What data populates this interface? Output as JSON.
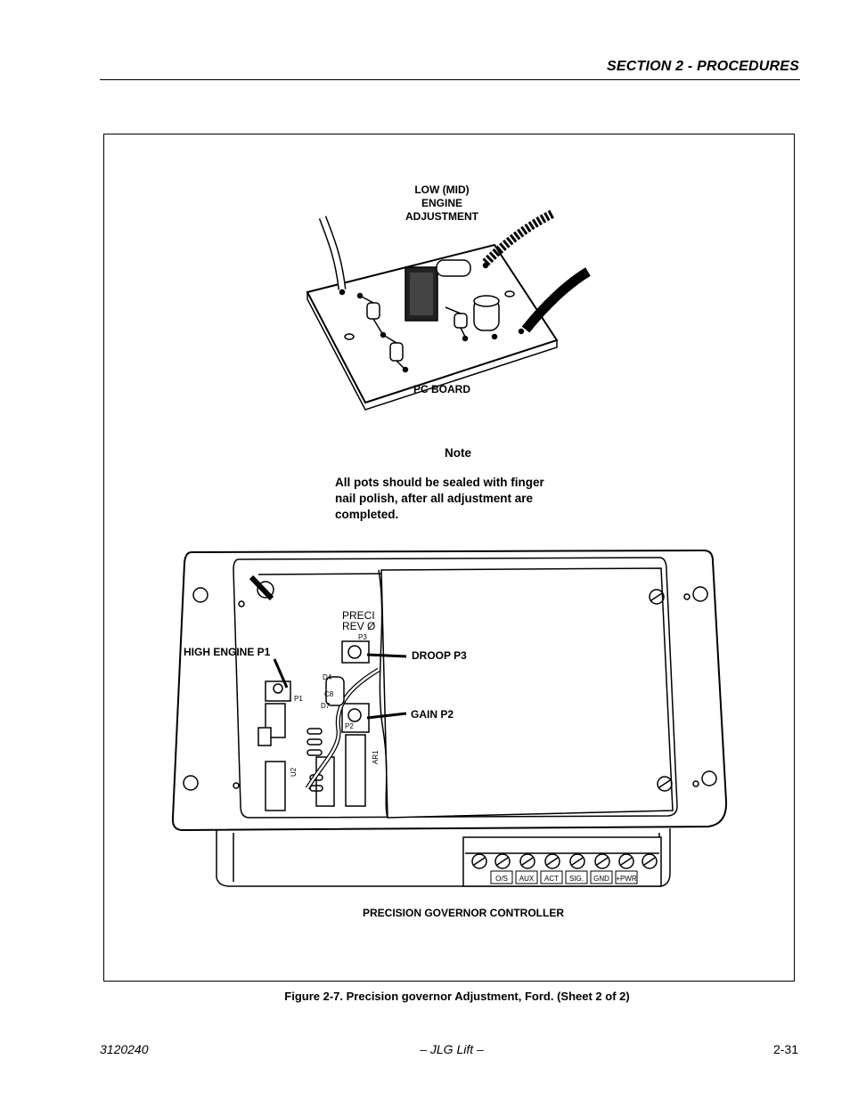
{
  "header": {
    "section_title": "SECTION 2 - PROCEDURES"
  },
  "figure": {
    "labels": {
      "low_mid_line1": "LOW (MID)",
      "low_mid_line2": "ENGINE",
      "low_mid_line3": "ADJUSTMENT",
      "pc_board": "PC BOARD",
      "note_title": "Note",
      "note_line1": "All pots should be sealed with finger",
      "note_line2": "nail  polish,  after  all  adjustment  are",
      "note_line3": "completed.",
      "high_engine": "HIGH ENGINE P1",
      "droop": "DROOP P3",
      "gain": "GAIN P2",
      "controller": "PRECISION GOVERNOR CONTROLLER"
    },
    "board_marks": {
      "preci": "PRECI",
      "rev": "REV Ø",
      "p3": "P3",
      "p1": "P1",
      "p2": "P2",
      "d4": "D4",
      "c8": "C8",
      "d7": "D7",
      "u2": "U2",
      "ar1": "AR1"
    },
    "terminals": [
      "O/S",
      "AUX",
      "ACT",
      "SIG.",
      "GND",
      "+PWR"
    ]
  },
  "caption": "Figure 2-7.  Precision governor Adjustment, Ford. (Sheet 2 of 2)",
  "footer": {
    "doc_number": "3120240",
    "publisher": "– JLG Lift –",
    "page_number": "2-31"
  }
}
